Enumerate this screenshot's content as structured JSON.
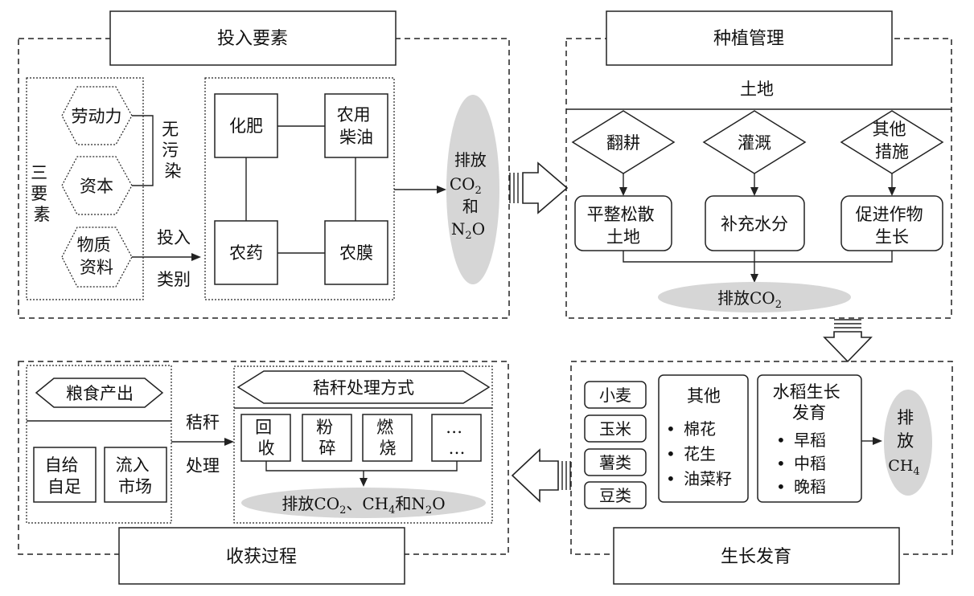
{
  "input": {
    "title": "投入要素",
    "three_elements": [
      "三",
      "要",
      "素"
    ],
    "labor": "劳动力",
    "capital": "资本",
    "materials": [
      "物质",
      "资料"
    ],
    "no_pollution": [
      "无",
      "污",
      "染"
    ],
    "input_category": [
      "投入",
      "类别"
    ],
    "fertilizer": "化肥",
    "diesel": [
      "农用",
      "柴油"
    ],
    "pesticide": "农药",
    "film": "农膜",
    "emit": [
      "排放",
      "CO",
      "2",
      "和",
      "N",
      "2",
      "O"
    ]
  },
  "planting": {
    "title": "种植管理",
    "land": "土地",
    "tillage": "翻耕",
    "irrigation": "灌溉",
    "other": [
      "其他",
      "措施"
    ],
    "level": [
      "平整松散",
      "土地"
    ],
    "water": "补充水分",
    "promote": [
      "促进作物",
      "生长"
    ],
    "emit": [
      "排放",
      "CO",
      "2"
    ]
  },
  "growth": {
    "title": "生长发育",
    "crops": [
      "小麦",
      "玉米",
      "薯类",
      "豆类"
    ],
    "other_title": "其他",
    "other_items": [
      "棉花",
      "花生",
      "油菜籽"
    ],
    "rice_title": [
      "水稻生长",
      "发育"
    ],
    "rice_items": [
      "早稻",
      "中稻",
      "晚稻"
    ],
    "emit": [
      "排",
      "放",
      "CH",
      "4"
    ]
  },
  "harvest": {
    "title": "收获过程",
    "grain": "粮食产出",
    "self": [
      "自给",
      "自足"
    ],
    "market": [
      "流入",
      "市场"
    ],
    "straw_label": [
      "秸秆",
      "处理"
    ],
    "straw_title": "秸秆处理方式",
    "methods": [
      [
        "回",
        "收"
      ],
      [
        "粉",
        "碎"
      ],
      [
        "燃",
        "烧"
      ],
      [
        "…",
        "…"
      ]
    ],
    "emit": [
      "排放CO",
      "2",
      "、CH",
      "4",
      "和N",
      "2",
      "O"
    ]
  },
  "bullet": "•"
}
